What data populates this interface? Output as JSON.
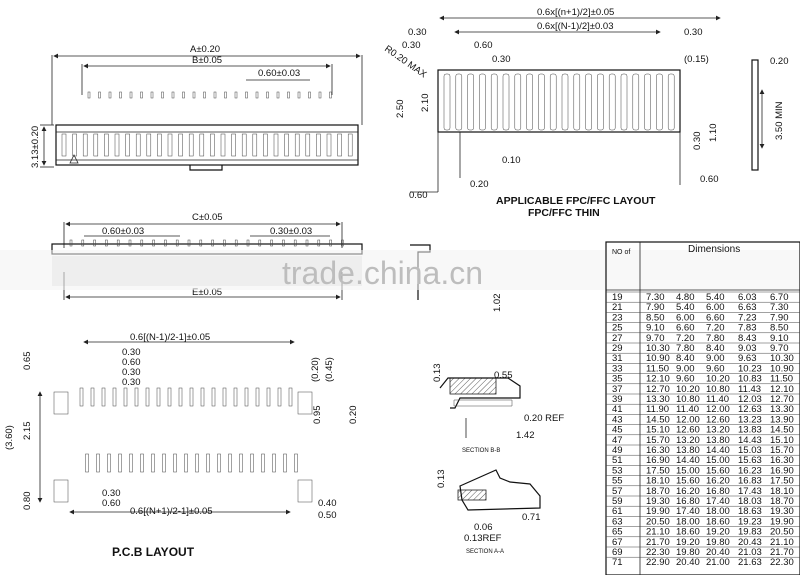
{
  "top_view": {
    "dim_a": "A±0.20",
    "dim_b": "B±0.05",
    "dim_pitch": "0.60±0.03",
    "dim_height": "3.13±0.20"
  },
  "side_view": {
    "dim_c": "C±0.05",
    "dim_pitch": "0.60±0.03",
    "dim_offset": "0.30±0.03",
    "dim_e": "E±0.05"
  },
  "fpc_layout": {
    "dim_top1": "0.6x[(n+1)/2]±0.05",
    "dim_top2": "0.6x[(N-1)/2]±0.03",
    "dim_left_030a": "0.30",
    "dim_left_030b": "0.30",
    "dim_060": "0.60",
    "dim_030c": "0.30",
    "dim_right_030": "0.30",
    "dim_015": "(0.15)",
    "dim_r020": "R0.20 MAX",
    "dim_250": "2.50",
    "dim_210": "2.10",
    "dim_030v": "0.30",
    "dim_110": "1.10",
    "dim_010": "0.10",
    "dim_020": "0.20",
    "dim_060b": "0.60",
    "dim_060r": "0.60",
    "title1": "APPLICABLE FPC/FFC LAYOUT",
    "title2": "FPC/FFC THIN",
    "dim_020r": "0.20",
    "dim_350": "3.50 MIN"
  },
  "pcb_layout": {
    "title": "P.C.B LAYOUT",
    "dim_top": "0.6[(N-1)/2-1]±0.05",
    "dim_030a": "0.30",
    "dim_060": "0.60",
    "dim_030b": "0.30",
    "dim_030c": "0.30",
    "dim_065": "0.65",
    "dim_360": "(3.60)",
    "dim_215": "2.15",
    "dim_080": "0.80",
    "dim_020p": "(0.20)",
    "dim_045p": "(0.45)",
    "dim_095": "0.95",
    "dim_020": "0.20",
    "dim_030d": "0.30",
    "dim_060b": "0.60",
    "dim_bottom": "0.6[(N+1)/2-1]±0.05",
    "dim_040": "0.40",
    "dim_050": "0.50"
  },
  "section_views": {
    "dim_102": "1.02",
    "b_dim_013": "0.13",
    "b_dim_055": "0.55",
    "b_dim_020ref": "0.20 REF",
    "b_dim_142": "1.42",
    "b_label": "SECTION B-B",
    "a_dim_013": "0.13",
    "a_dim_071": "0.71",
    "a_dim_006": "0.06",
    "a_dim_013ref": "0.13REF",
    "a_label": "SECTION A-A"
  },
  "watermark": "trade.china.cn",
  "table": {
    "header_no": "NO of",
    "header_dims": "Dimensions",
    "rows": [
      [
        "19",
        "7.30",
        "4.80",
        "5.40",
        "6.03",
        "6.70"
      ],
      [
        "21",
        "7.90",
        "5.40",
        "6.00",
        "6.63",
        "7.30"
      ],
      [
        "23",
        "8.50",
        "6.00",
        "6.60",
        "7.23",
        "7.90"
      ],
      [
        "25",
        "9.10",
        "6.60",
        "7.20",
        "7.83",
        "8.50"
      ],
      [
        "27",
        "9.70",
        "7.20",
        "7.80",
        "8.43",
        "9.10"
      ],
      [
        "29",
        "10.30",
        "7.80",
        "8.40",
        "9.03",
        "9.70"
      ],
      [
        "31",
        "10.90",
        "8.40",
        "9.00",
        "9.63",
        "10.30"
      ],
      [
        "33",
        "11.50",
        "9.00",
        "9.60",
        "10.23",
        "10.90"
      ],
      [
        "35",
        "12.10",
        "9.60",
        "10.20",
        "10.83",
        "11.50"
      ],
      [
        "37",
        "12.70",
        "10.20",
        "10.80",
        "11.43",
        "12.10"
      ],
      [
        "39",
        "13.30",
        "10.80",
        "11.40",
        "12.03",
        "12.70"
      ],
      [
        "41",
        "11.90",
        "11.40",
        "12.00",
        "12.63",
        "13.30"
      ],
      [
        "43",
        "14.50",
        "12.00",
        "12.60",
        "13.23",
        "13.90"
      ],
      [
        "45",
        "15.10",
        "12.60",
        "13.20",
        "13.83",
        "14.50"
      ],
      [
        "47",
        "15.70",
        "13.20",
        "13.80",
        "14.43",
        "15.10"
      ],
      [
        "49",
        "16.30",
        "13.80",
        "14.40",
        "15.03",
        "15.70"
      ],
      [
        "51",
        "16.90",
        "14.40",
        "15.00",
        "15.63",
        "16.30"
      ],
      [
        "53",
        "17.50",
        "15.00",
        "15.60",
        "16.23",
        "16.90"
      ],
      [
        "55",
        "18.10",
        "15.60",
        "16.20",
        "16.83",
        "17.50"
      ],
      [
        "57",
        "18.70",
        "16.20",
        "16.80",
        "17.43",
        "18.10"
      ],
      [
        "59",
        "19.30",
        "16.80",
        "17.40",
        "18.03",
        "18.70"
      ],
      [
        "61",
        "19.90",
        "17.40",
        "18.00",
        "18.63",
        "19.30"
      ],
      [
        "63",
        "20.50",
        "18.00",
        "18.60",
        "19.23",
        "19.90"
      ],
      [
        "65",
        "21.10",
        "18.60",
        "19.20",
        "19.83",
        "20.50"
      ],
      [
        "67",
        "21.70",
        "19.20",
        "19.80",
        "20.43",
        "21.10"
      ],
      [
        "69",
        "22.30",
        "19.80",
        "20.40",
        "21.03",
        "21.70"
      ],
      [
        "71",
        "22.90",
        "20.40",
        "21.00",
        "21.63",
        "22.30"
      ]
    ]
  }
}
